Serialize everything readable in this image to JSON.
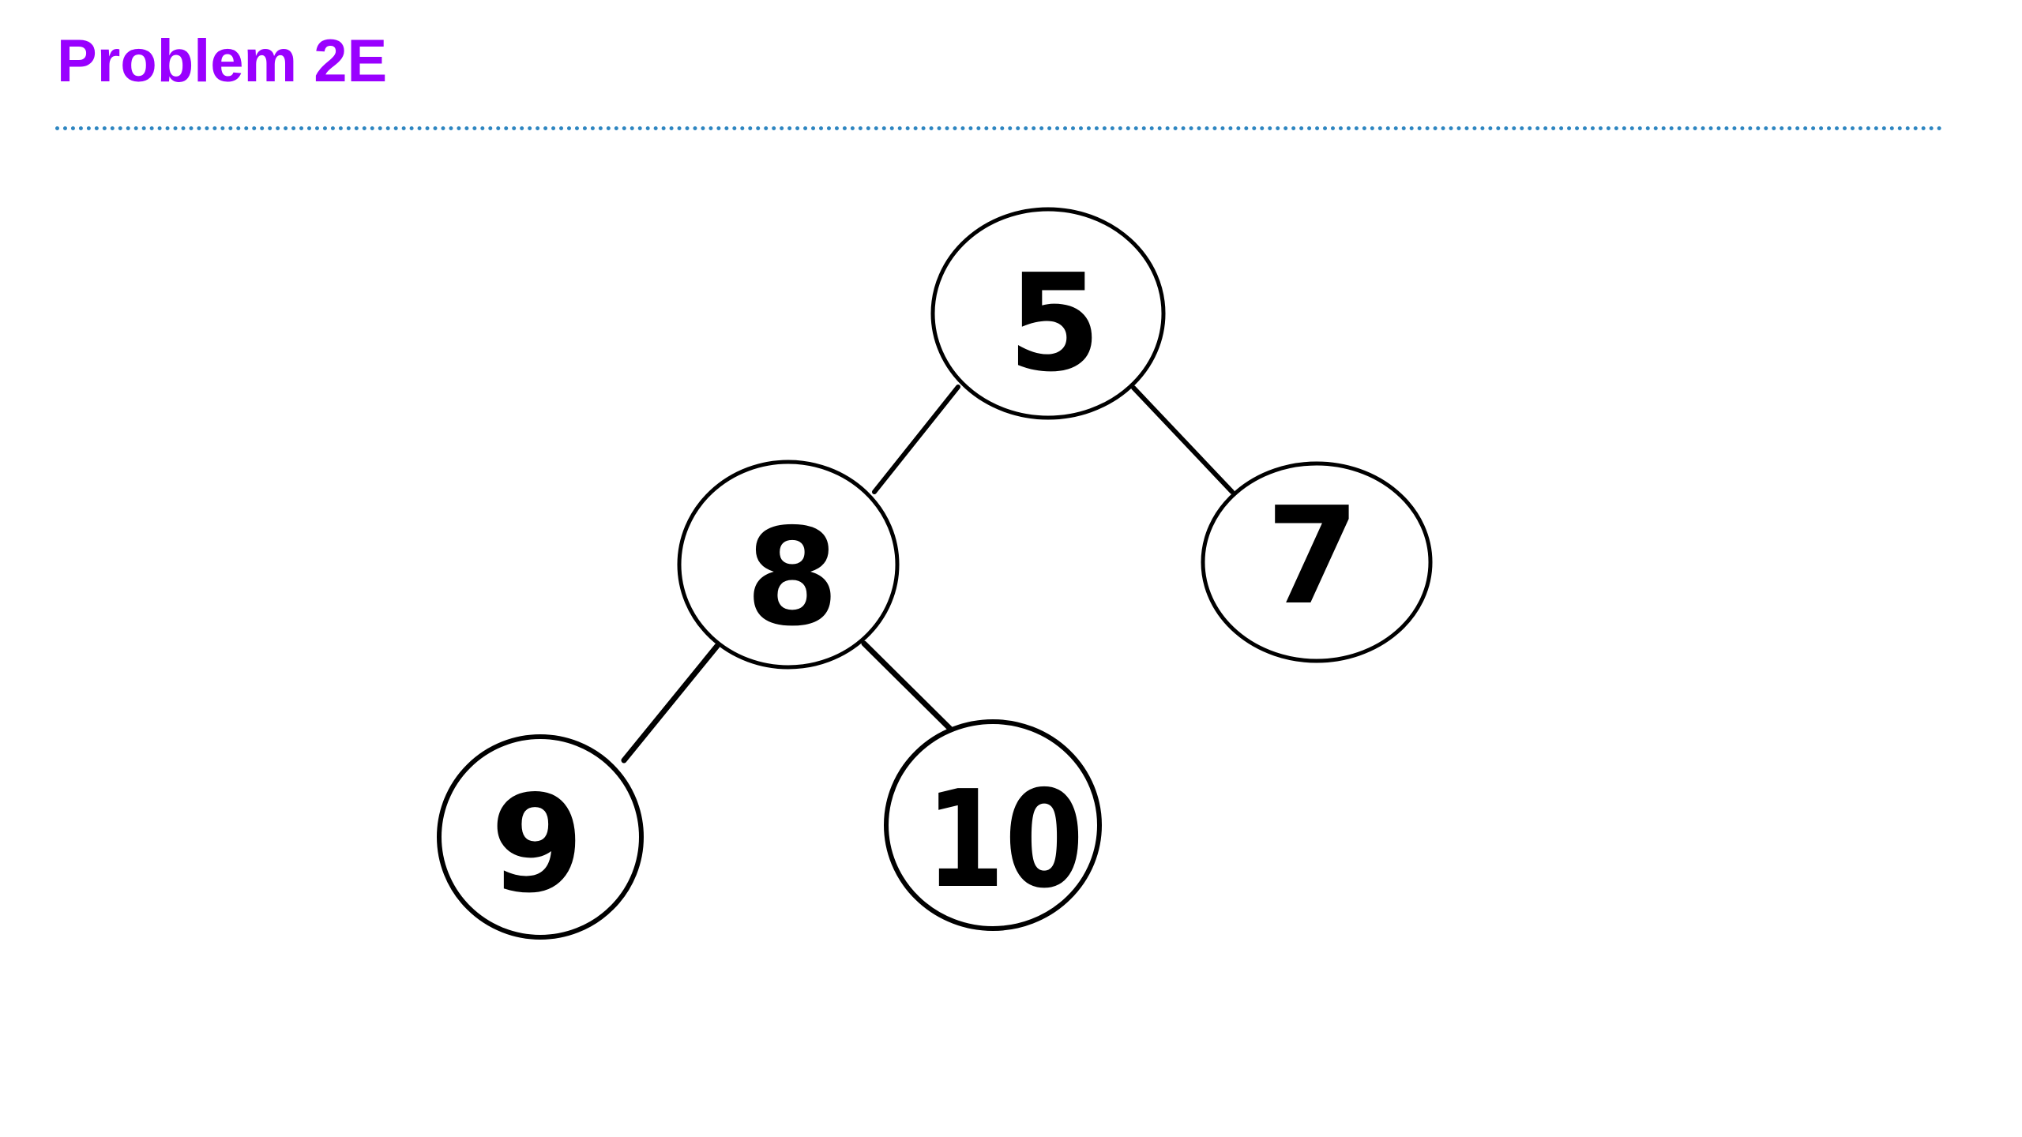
{
  "title": "Problem 2E",
  "colors": {
    "title": "#9900ff",
    "divider": "#2e86c1",
    "stroke": "#000000"
  },
  "tree": {
    "root": {
      "value": "5"
    },
    "left": {
      "value": "8"
    },
    "right": {
      "value": "7"
    },
    "left_left": {
      "value": "9"
    },
    "left_right": {
      "value": "10"
    }
  }
}
